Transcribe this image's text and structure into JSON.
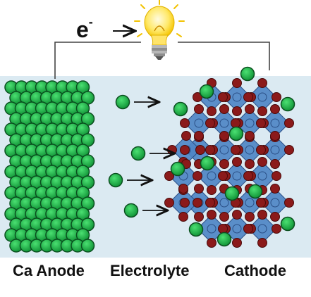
{
  "labels": {
    "anode": "Ca Anode",
    "electrolyte": "Electrolyte",
    "cathode": "Cathode"
  },
  "electron": {
    "symbol": "e",
    "charge": "-"
  },
  "colors": {
    "electrolyte_bg": "#dbeaf2",
    "ca_ion": "#1aa844",
    "ca_ion_dark": "#0a4f1f",
    "octahedron": "#4f86c6",
    "octahedron_edge": "#2a4f86",
    "anion": "#8b1a1a",
    "wire": "#444444",
    "bulb": "#ffe46a"
  },
  "icons": [
    "light-bulb-icon",
    "arrow-icon"
  ]
}
